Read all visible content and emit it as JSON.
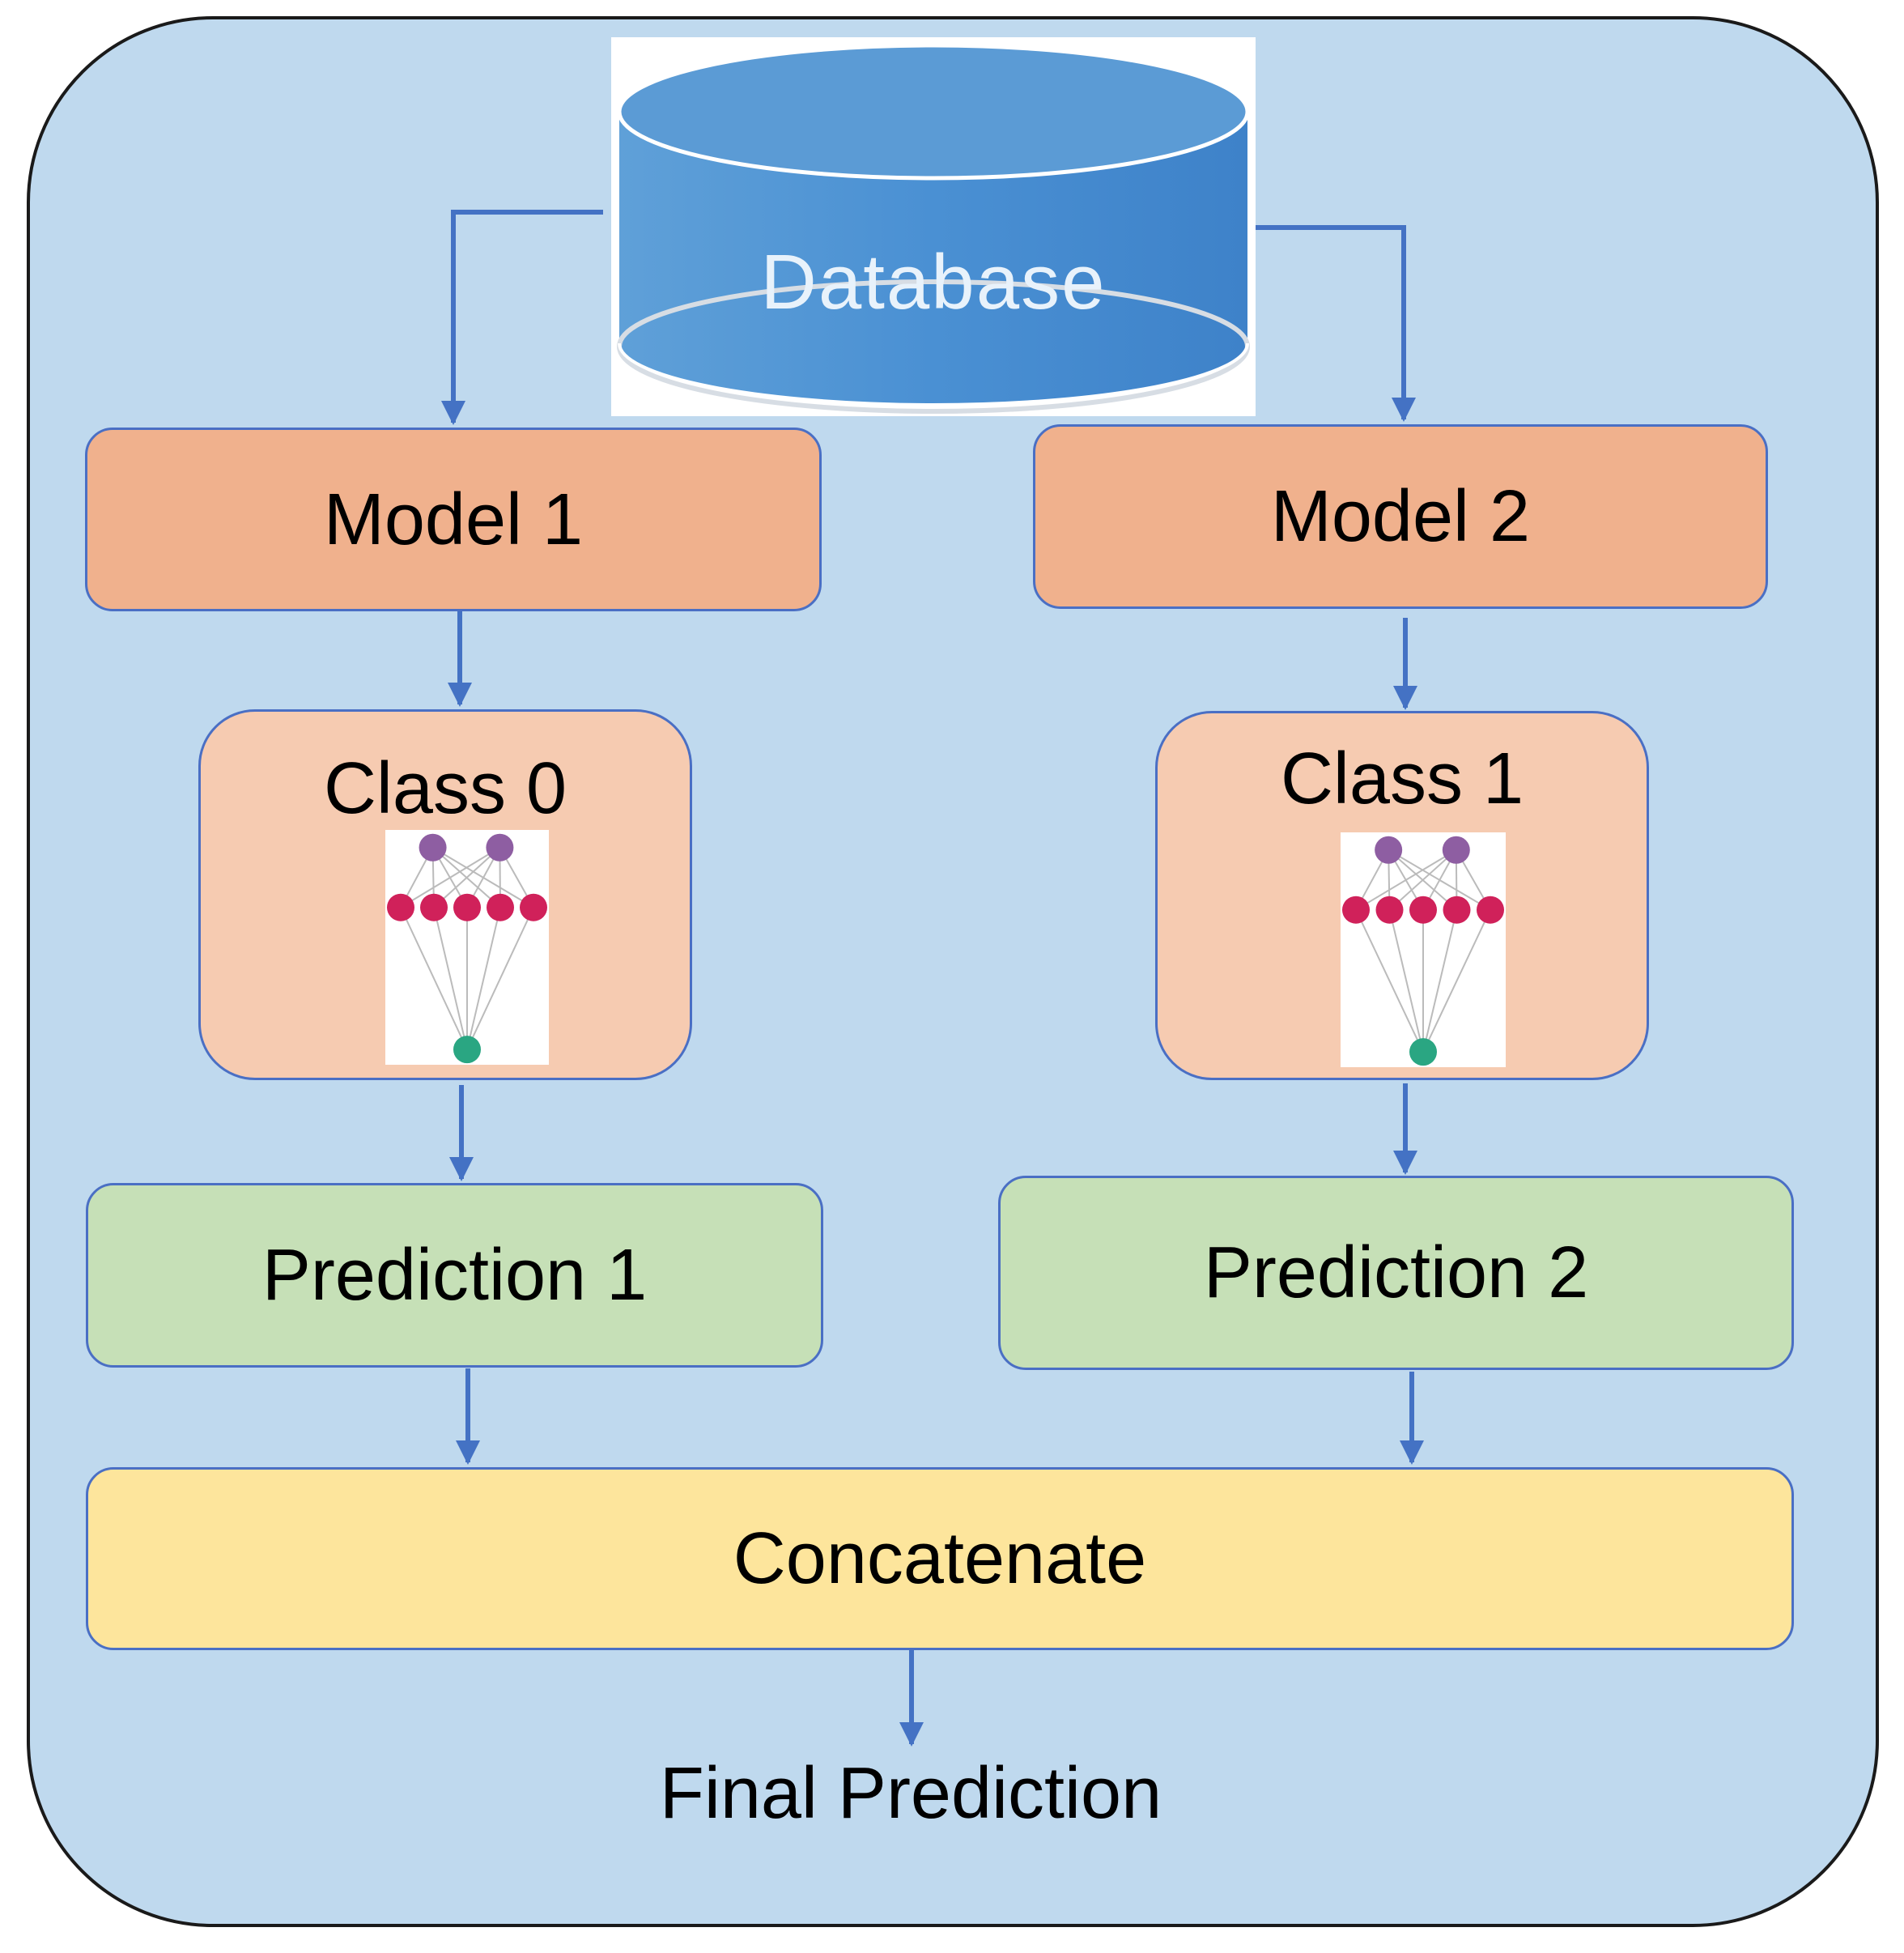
{
  "diagram": {
    "database_label": "Database",
    "models": [
      {
        "label": "Model 1"
      },
      {
        "label": "Model 2"
      }
    ],
    "classes": [
      {
        "label": "Class 0"
      },
      {
        "label": "Class 1"
      }
    ],
    "predictions": [
      {
        "label": "Prediction 1"
      },
      {
        "label": "Prediction 2"
      }
    ],
    "concatenate_label": "Concatenate",
    "final_label": "Final Prediction"
  },
  "colors": {
    "background": "#bfd9ee",
    "model_fill": "#f0b18d",
    "class_fill": "#f6cbb1",
    "prediction_fill": "#c6e0b7",
    "concat_fill": "#fde59c",
    "border": "#4a6fc4",
    "arrow": "#4472c4",
    "db_body": "#4a8fd1",
    "db_top": "#5b9bd5",
    "nn_input": "#8e5ea2",
    "nn_hidden": "#d0215a",
    "nn_output": "#2aa682",
    "nn_edge": "#bbbbbb"
  },
  "icons": [
    "database-cylinder-icon",
    "neural-network-icon"
  ]
}
